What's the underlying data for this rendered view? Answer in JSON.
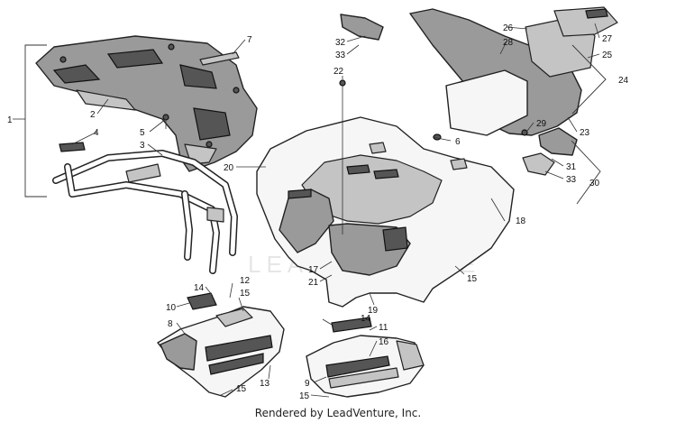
{
  "watermark": "LEADVENTURE",
  "footer": "Rendered by LeadVenture, Inc.",
  "callouts": {
    "c1": "1",
    "c2": "2",
    "c3": "3",
    "c4": "4",
    "c5": "5",
    "c6": "6",
    "c7": "7",
    "c8": "8",
    "c9": "9",
    "c10": "10",
    "c11": "11",
    "c12": "12",
    "c13": "13",
    "c14a": "14",
    "c14b": "14",
    "c15a": "15",
    "c15b": "15",
    "c15c": "15",
    "c15d": "15",
    "c16": "16",
    "c17": "17",
    "c18": "18",
    "c19": "19",
    "c20": "20",
    "c21": "21",
    "c22": "22",
    "c23": "23",
    "c24": "24",
    "c25": "25",
    "c26": "26",
    "c27": "27",
    "c28": "28",
    "c29": "29",
    "c30": "30",
    "c31": "31",
    "c32": "32",
    "c33a": "33",
    "c33b": "33"
  }
}
